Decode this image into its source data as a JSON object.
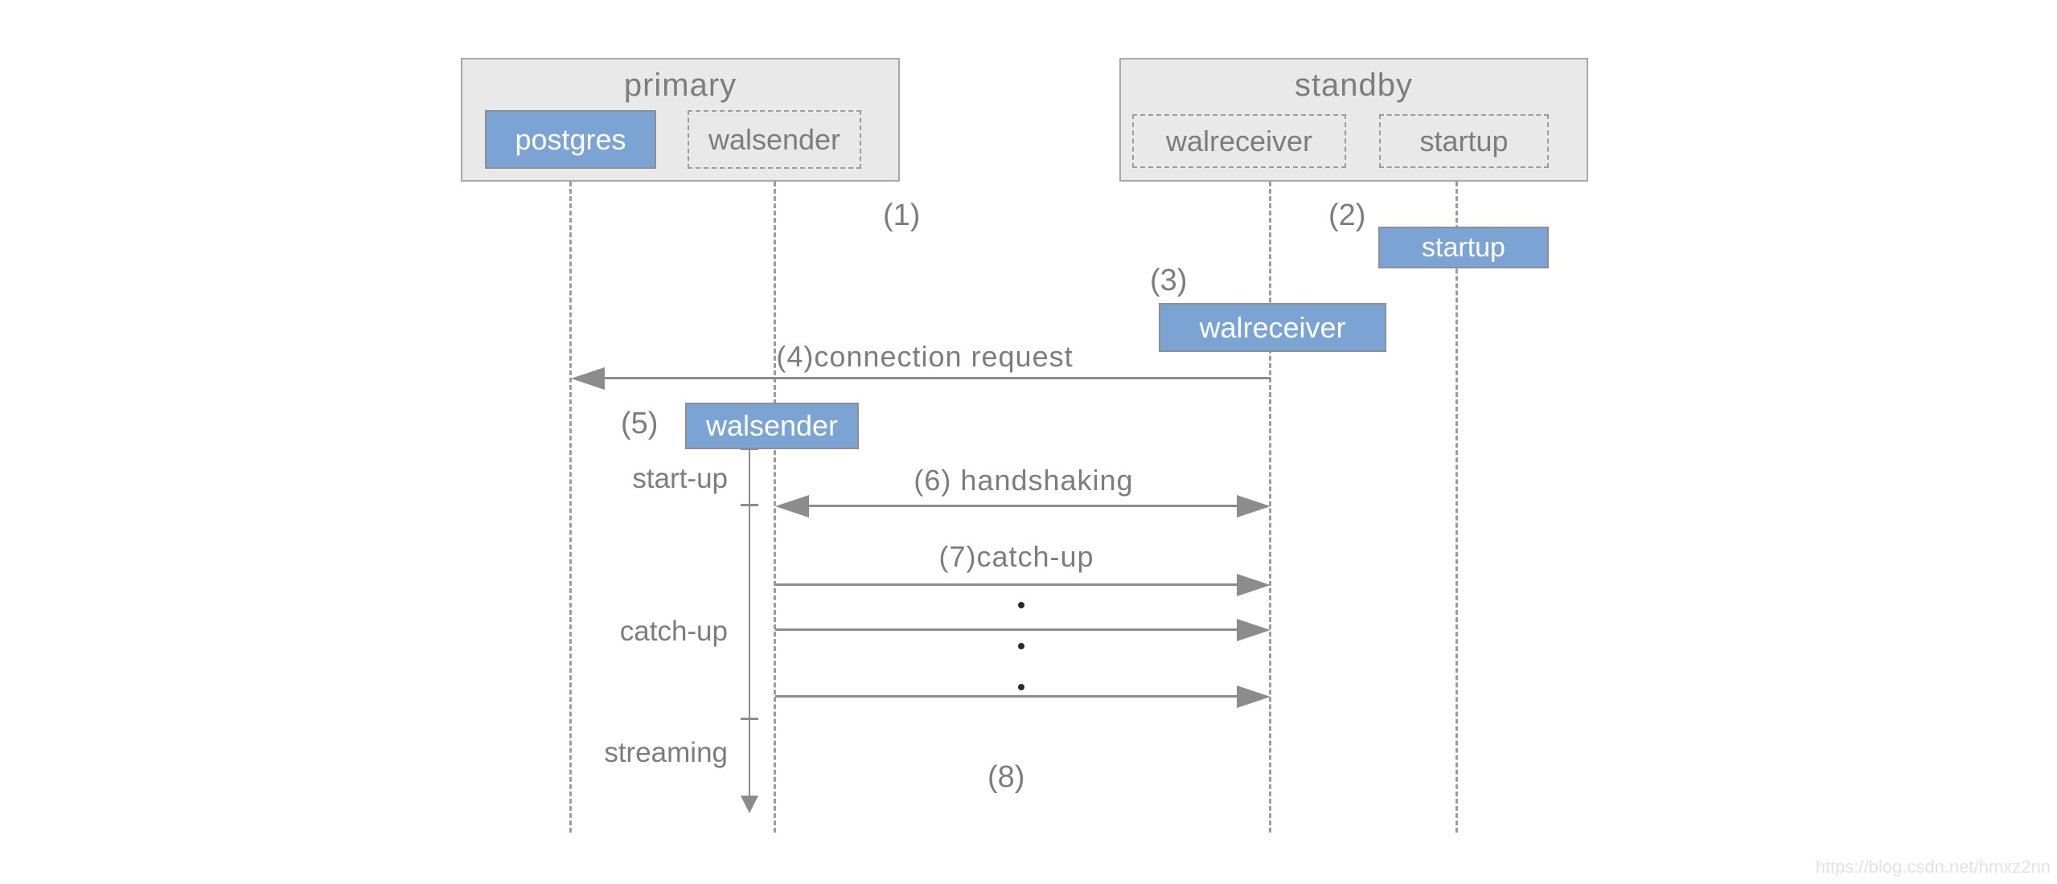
{
  "servers": [
    {
      "name": "primary",
      "processes": [
        {
          "label": "postgres",
          "state": "running"
        },
        {
          "label": "walsender",
          "state": "not-yet-started"
        }
      ]
    },
    {
      "name": "standby",
      "processes": [
        {
          "label": "walreceiver",
          "state": "not-yet-started"
        },
        {
          "label": "startup",
          "state": "not-yet-started"
        }
      ]
    }
  ],
  "steps": {
    "s1": "(1)",
    "s8": "(8)"
  },
  "activations": [
    {
      "step": "(2)",
      "label": "startup"
    },
    {
      "step": "(3)",
      "label": "walreceiver"
    },
    {
      "step": "(5)",
      "label": "walsender"
    }
  ],
  "messages": [
    {
      "label": "(4)connection request",
      "direction": "left"
    },
    {
      "label": "(6) handshaking",
      "direction": "both"
    },
    {
      "label": "(7)catch-up",
      "direction": "right"
    },
    {
      "label": "",
      "direction": "right"
    },
    {
      "label": "",
      "direction": "right"
    }
  ],
  "phases": [
    {
      "label": "start-up"
    },
    {
      "label": "catch-up"
    },
    {
      "label": "streaming"
    }
  ],
  "watermark": "https://blog.csdn.net/hmxz2nn",
  "colors": {
    "process_active_blue": "#7ba4d4",
    "server_fill": "#e9e9e9",
    "border_gray": "#9c9c9c",
    "arrow_gray": "#8c8c8c",
    "text_gray": "#7d7d7d",
    "watermark_gray": "#e3e3e3"
  }
}
